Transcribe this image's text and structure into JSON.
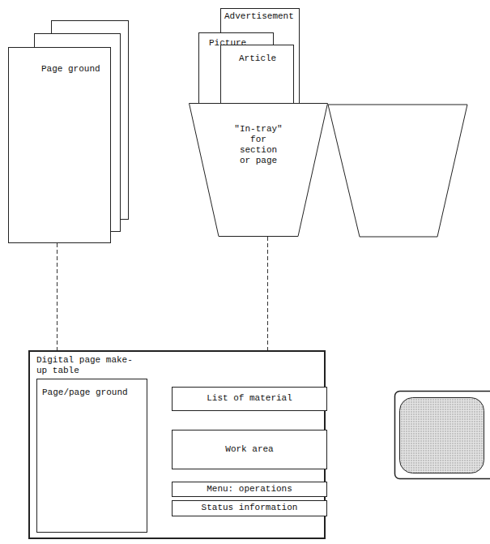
{
  "diagram": {
    "nodes": [
      {
        "text": [
          "Page ground"
        ]
      },
      {
        "text": [
          "Advertisement"
        ]
      },
      {
        "text": [
          "Picture"
        ]
      },
      {
        "text": [
          "Article"
        ]
      },
      {
        "text": [
          "\"In-tray\" for section or page"
        ]
      },
      {
        "text": [
          "Digital page make-up table"
        ]
      },
      {
        "text": [
          "Page/page ground"
        ],
        "in": 5
      },
      {
        "text": [
          "List of material"
        ],
        "in": 5
      },
      {
        "text": [
          "Work area"
        ],
        "in": 5
      },
      {
        "text": [
          "Menu: operations"
        ],
        "in": 5
      },
      {
        "text": [
          "Status information"
        ],
        "in": 5
      }
    ],
    "edges": [
      {
        "from": 0,
        "to": 5,
        "arrow": "none"
      },
      {
        "from": 4,
        "to": 5,
        "arrow": "none"
      }
    ]
  }
}
